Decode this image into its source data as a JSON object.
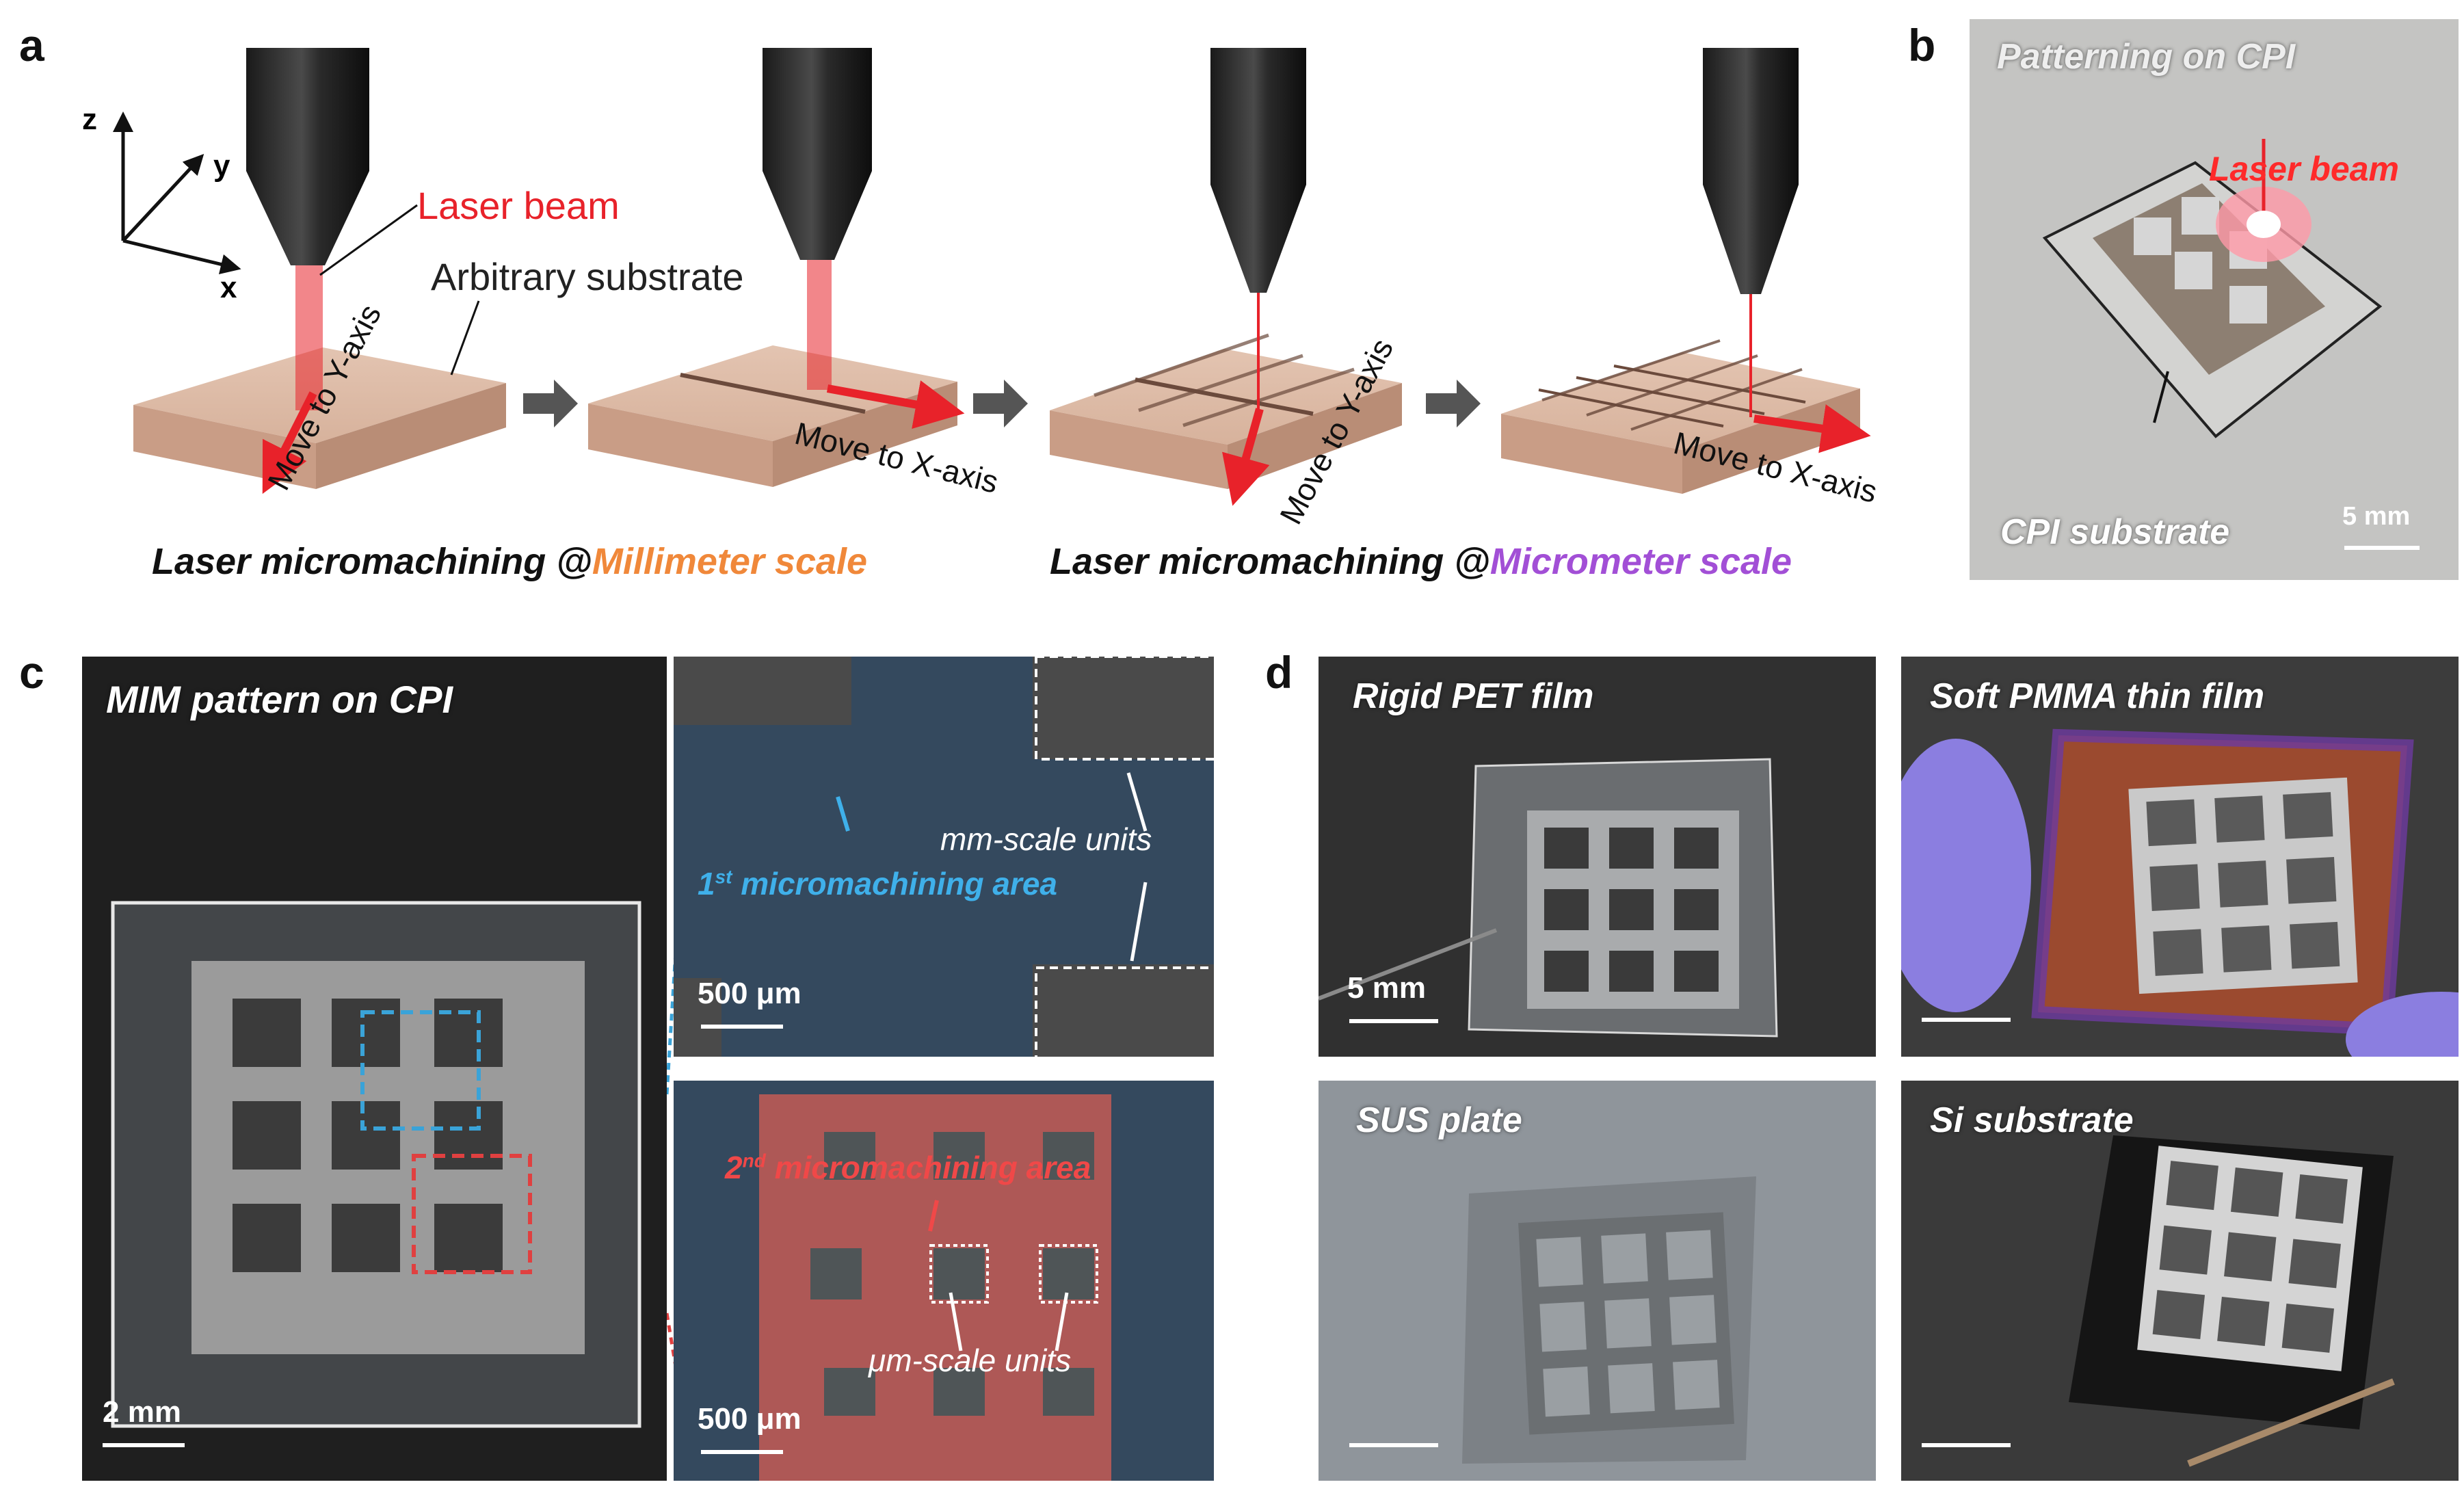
{
  "panel_a": {
    "label": "a",
    "axes": {
      "z": "z",
      "y": "y",
      "x": "x"
    },
    "laser_beam": "Laser beam",
    "arbitrary_substrate": "Arbitrary substrate",
    "move_y_1": "Move to Y-axis",
    "move_x_1": "Move to X-axis",
    "move_y_2": "Move to Y-axis",
    "move_x_2": "Move to X-axis",
    "caption_left_prefix": "Laser micromachining @",
    "caption_left_scale": "Millimeter scale",
    "caption_right_prefix": "Laser micromachining @",
    "caption_right_scale": "Micrometer scale",
    "colors": {
      "laser": "#e8222a",
      "millimeter": "#f0883a",
      "micrometer": "#a24fd6",
      "substrate": "#dcb8a4"
    }
  },
  "panel_b": {
    "label": "b",
    "title": "Patterning on CPI",
    "laser_beam": "Laser beam",
    "cpi_substrate": "CPI substrate",
    "scale": "5 mm"
  },
  "panel_c": {
    "label": "c",
    "title": "MIM pattern on CPI",
    "scale_main": "2 mm",
    "top_inset": {
      "first_area_sup": "st",
      "first_area_num": "1",
      "first_area_text": " micromachining area",
      "mm_units": "mm-scale units",
      "scale": "500 μm"
    },
    "bottom_inset": {
      "second_area_num": "2",
      "second_area_sup": "nd",
      "second_area_text": " micromachining area",
      "um_units": "μm-scale units",
      "scale": "500 μm"
    },
    "colors": {
      "blue_outline": "#3aa3d8",
      "red_outline": "#e04040",
      "blue_text": "#3fb0ea",
      "red_text": "#f04848"
    }
  },
  "panel_d": {
    "label": "d",
    "pet": "Rigid PET film",
    "pet_scale": "5 mm",
    "pmma": "Soft PMMA thin film",
    "sus": "SUS plate",
    "si": "Si substrate"
  }
}
